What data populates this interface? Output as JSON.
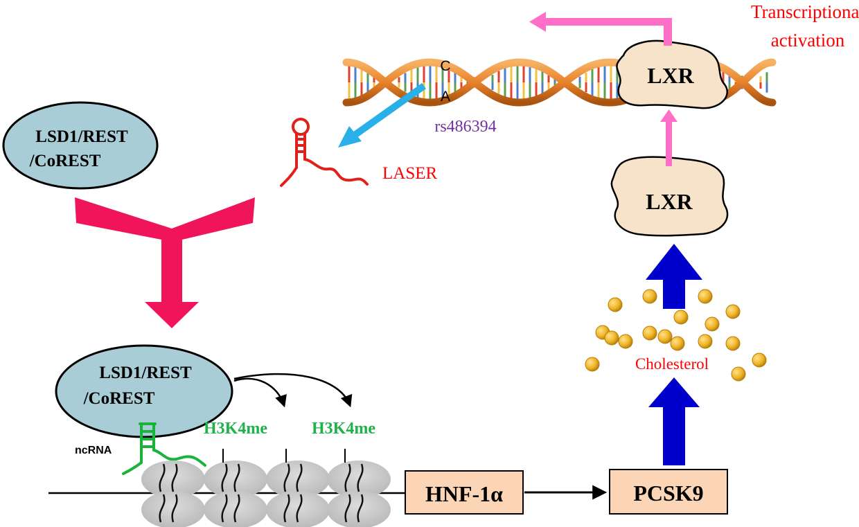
{
  "complex_top": {
    "line1": "LSD1/REST",
    "line2": "/CoREST"
  },
  "complex_bottom": {
    "line1": "LSD1/REST",
    "line2": "/CoREST"
  },
  "lncrna_label": "LASER",
  "snp": {
    "id": "rs486394",
    "allele_c": "C",
    "allele_a": "A"
  },
  "lxr_dna_label": "LXR",
  "lxr_free_label": "LXR",
  "transcription_label": {
    "line1": "Transcriptional",
    "line2": "activation"
  },
  "ncrna_label": "ncRNA",
  "histone_marks": [
    "H3K4me",
    "H3K4me"
  ],
  "hnf_label": "HNF-1α",
  "pcsk9_label": "PCSK9",
  "cholesterol_label": "Cholesterol",
  "icons": [
    "dna-helix-icon",
    "rna-hairpin-icon",
    "nucleosome-icon",
    "cholesterol-particle-icon",
    "inhibition-arrow-icon"
  ],
  "colors": {
    "complex_fill": "#a9cdd7",
    "inhibition": "#f0145a",
    "snp_arrow": "#29b0e8",
    "lncrna": "#e0201b",
    "label_red": "#ff0000",
    "snp_text": "#7030a0",
    "histone_text": "#1fb24a",
    "lxr_fill": "#f7e3c9",
    "lxr_arrow": "#ff6fc8",
    "gene_box": "#fbd5b5",
    "chol_arrow": "#0000cc",
    "chol_particle": "#f0b429",
    "nucleosome": "#c8c8c8"
  }
}
